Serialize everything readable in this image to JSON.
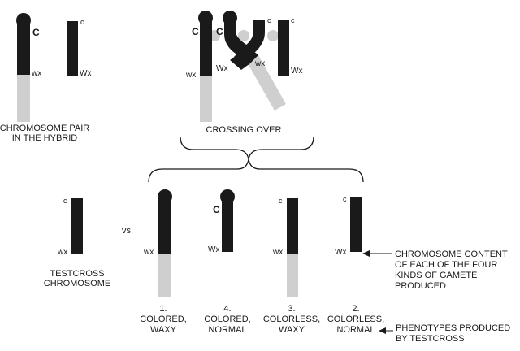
{
  "colors": {
    "dark": "#1a1a1a",
    "light": "#cfcfcf",
    "background": "#ffffff"
  },
  "labels": {
    "pair_line1": "CHROMOSOME PAIR",
    "pair_line2": "IN THE HYBRID",
    "crossing_over": "CROSSING OVER",
    "testcross_line1": "TESTCROSS",
    "testcross_line2": "CHROMOSOME",
    "vs": "vs.",
    "content_line1": "CHROMOSOME CONTENT",
    "content_line2": "OF EACH OF THE FOUR",
    "content_line3": "KINDS OF GAMETE",
    "content_line4": "PRODUCED",
    "pheno_line1": "PHENOTYPES PRODUCED",
    "pheno_line2": "BY TESTCROSS"
  },
  "genes": {
    "C": "C",
    "c": "c",
    "wx": "wx",
    "Wx": "Wx"
  },
  "gametes": [
    {
      "number": "1.",
      "line1": "COLORED,",
      "line2": "WAXY"
    },
    {
      "number": "4.",
      "line1": "COLORED,",
      "line2": "NORMAL"
    },
    {
      "number": "3.",
      "line1": "COLORLESS,",
      "line2": "WAXY"
    },
    {
      "number": "2.",
      "line1": "COLORLESS,",
      "line2": "NORMAL"
    }
  ]
}
